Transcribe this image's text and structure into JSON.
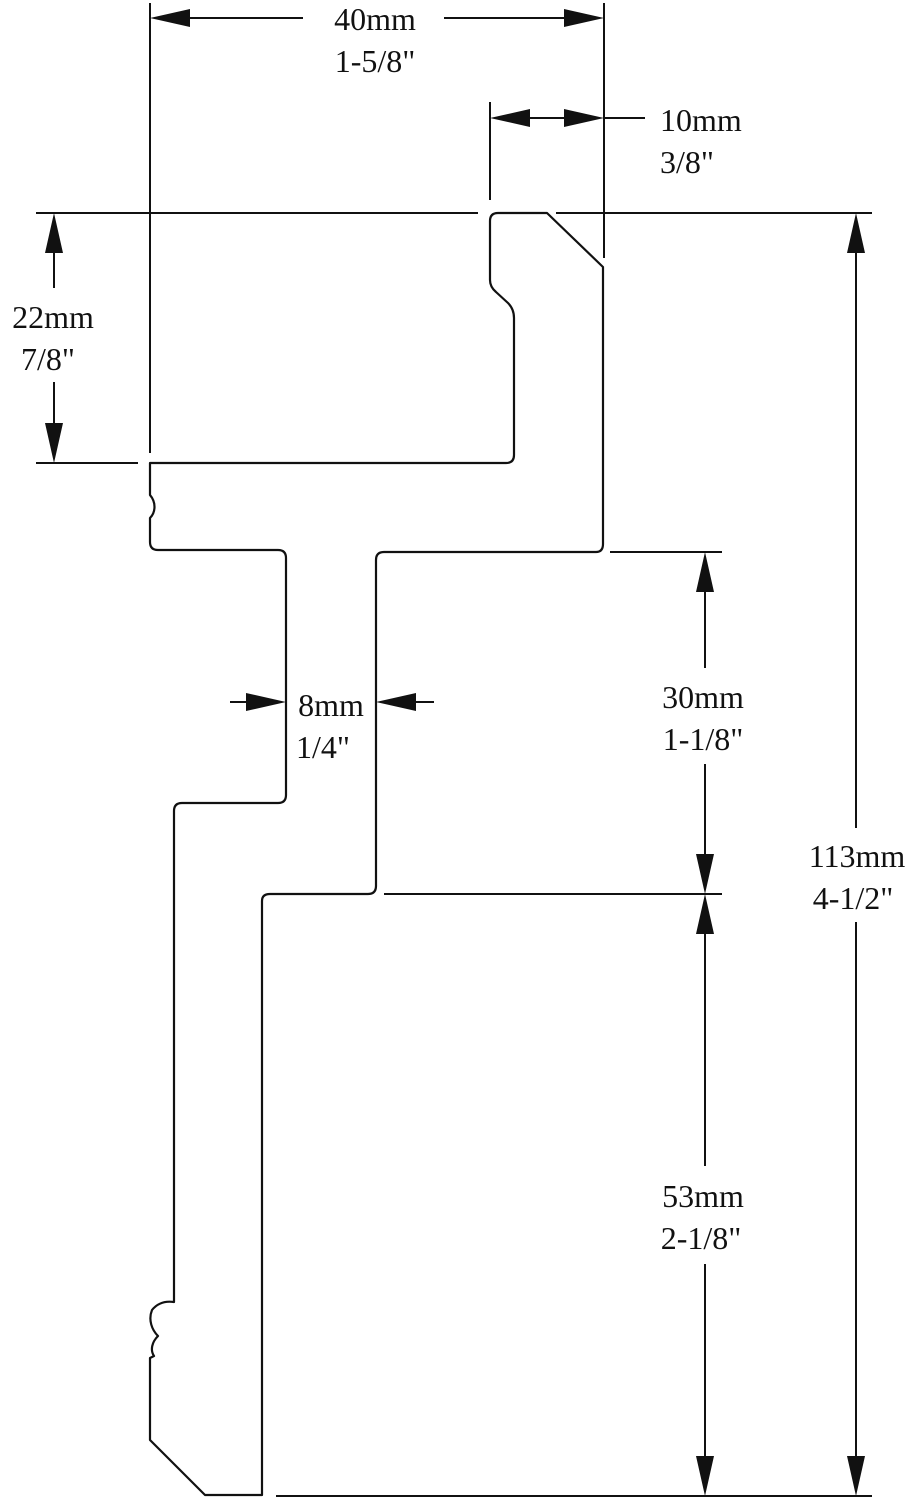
{
  "dimensions": {
    "overall_width": {
      "metric": "40mm",
      "imperial": "1-5/8\""
    },
    "lip_width": {
      "metric": "10mm",
      "imperial": "3/8\""
    },
    "top_depth": {
      "metric": "22mm",
      "imperial": "7/8\""
    },
    "tongue_thickness": {
      "metric": "8mm",
      "imperial": "1/4\""
    },
    "middle_height": {
      "metric": "30mm",
      "imperial": "1-1/8\""
    },
    "lower_height": {
      "metric": "53mm",
      "imperial": "2-1/8\""
    },
    "overall_height": {
      "metric": "113mm",
      "imperial": "4-1/2\""
    }
  },
  "colors": {
    "ink": "#111111",
    "background": "#ffffff"
  }
}
